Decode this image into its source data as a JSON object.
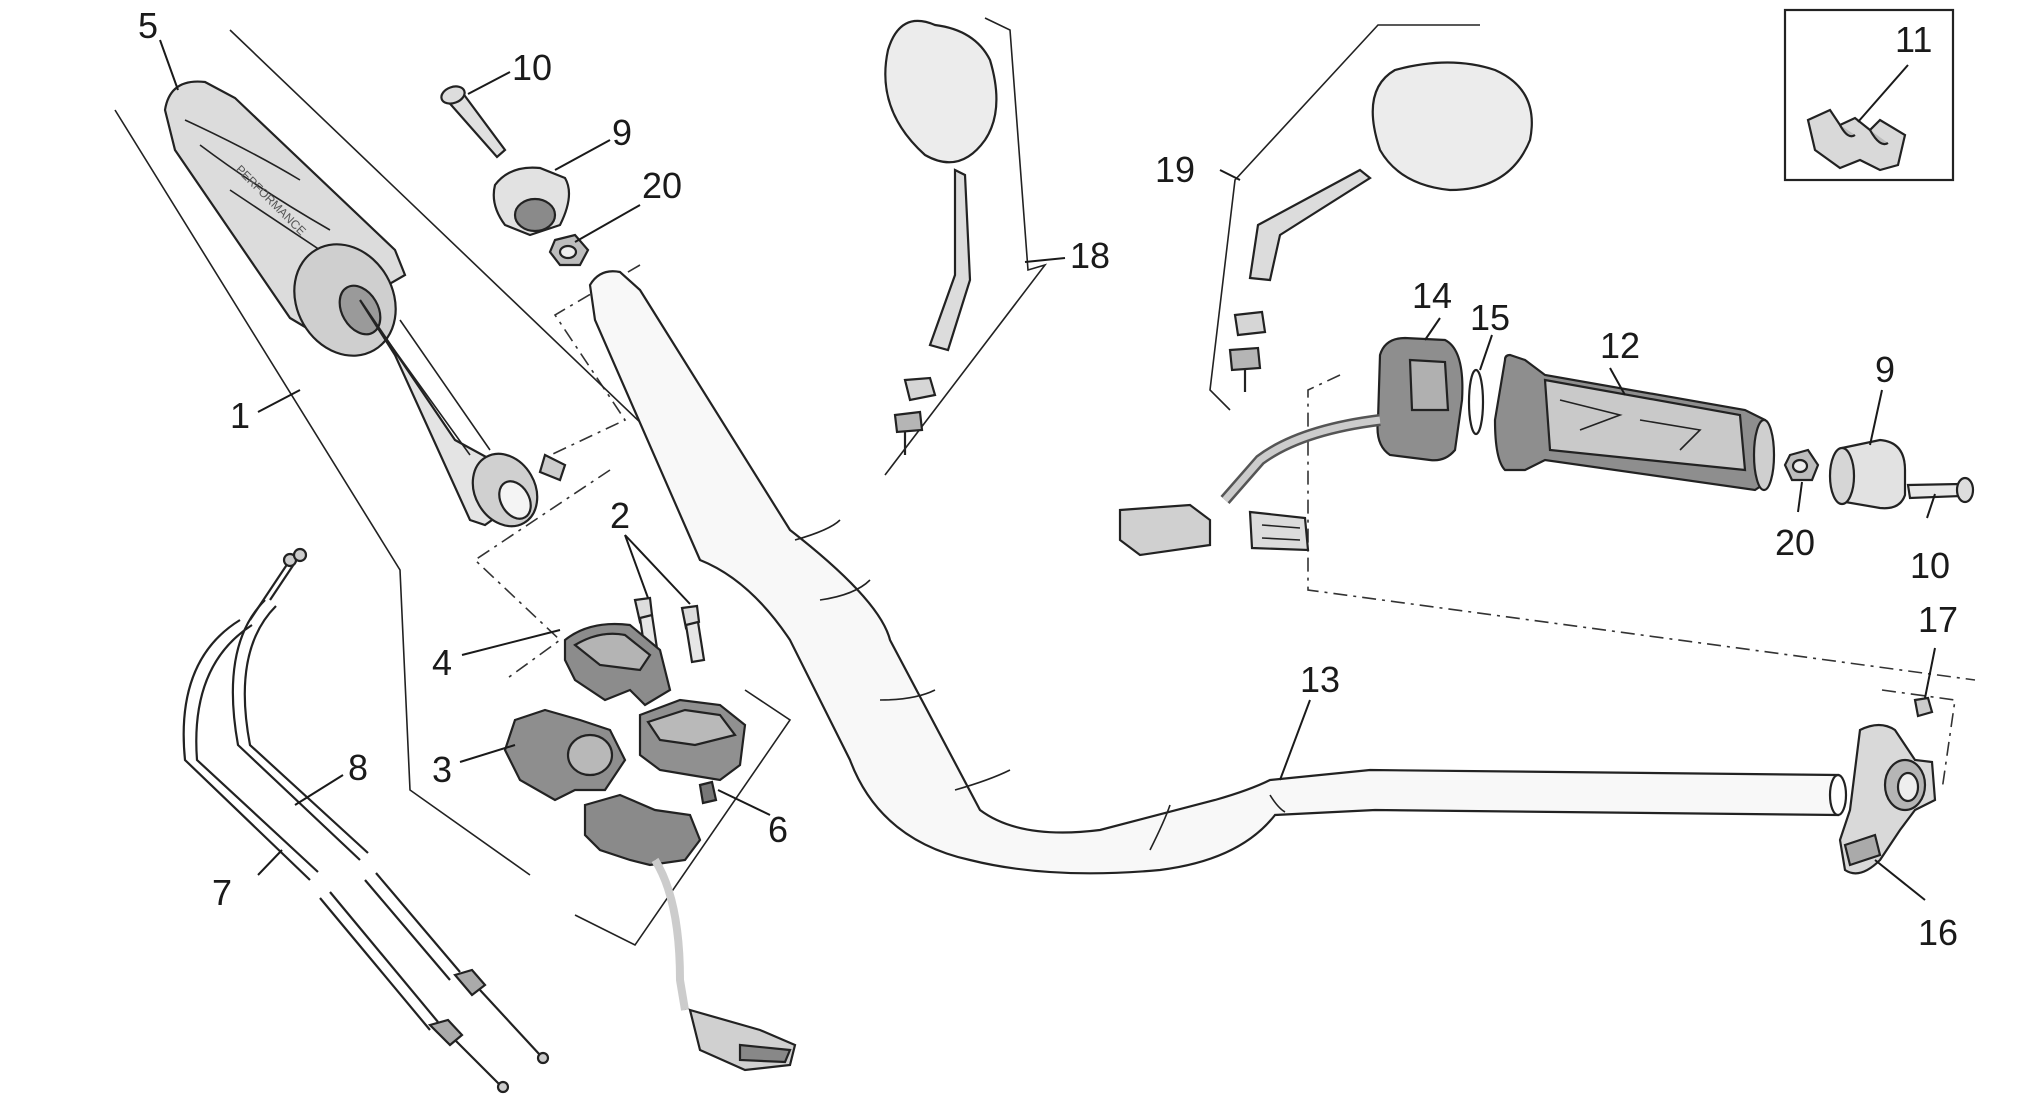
{
  "diagram": {
    "type": "exploded-parts-diagram",
    "colors": {
      "line": "#222222",
      "part_fill": "#d8d8d8",
      "part_dark": "#8a8a8a",
      "background": "#ffffff"
    },
    "callouts": [
      {
        "id": "c5",
        "text": "5"
      },
      {
        "id": "c10a",
        "text": "10"
      },
      {
        "id": "c9a",
        "text": "9"
      },
      {
        "id": "c20a",
        "text": "20"
      },
      {
        "id": "c1",
        "text": "1"
      },
      {
        "id": "c2",
        "text": "2"
      },
      {
        "id": "c4",
        "text": "4"
      },
      {
        "id": "c3",
        "text": "3"
      },
      {
        "id": "c6",
        "text": "6"
      },
      {
        "id": "c8",
        "text": "8"
      },
      {
        "id": "c7",
        "text": "7"
      },
      {
        "id": "c18",
        "text": "18"
      },
      {
        "id": "c19",
        "text": "19"
      },
      {
        "id": "c11",
        "text": "11"
      },
      {
        "id": "c14",
        "text": "14"
      },
      {
        "id": "c15",
        "text": "15"
      },
      {
        "id": "c12",
        "text": "12"
      },
      {
        "id": "c9b",
        "text": "9"
      },
      {
        "id": "c20b",
        "text": "20"
      },
      {
        "id": "c10b",
        "text": "10"
      },
      {
        "id": "c17",
        "text": "17"
      },
      {
        "id": "c13",
        "text": "13"
      },
      {
        "id": "c16",
        "text": "16"
      }
    ]
  }
}
